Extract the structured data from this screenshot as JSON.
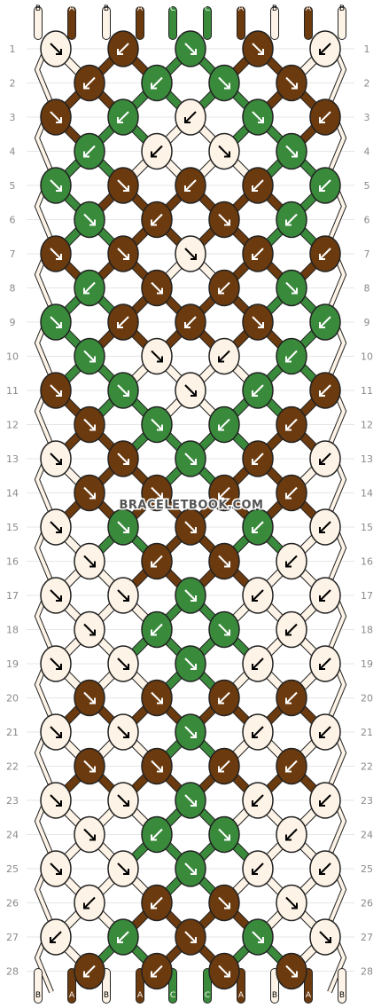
{
  "colors": {
    "A": "#6b3a0e",
    "B": "#fdf3e6",
    "C": "#3a8a3c"
  },
  "strings": [
    "B",
    "A",
    "B",
    "A",
    "C",
    "C",
    "A",
    "B",
    "A",
    "B"
  ],
  "watermark": "BRACELETBOOK.COM",
  "rows": [
    {
      "n": "1",
      "knots": [
        {
          "c": "B",
          "d": "r"
        },
        {
          "c": "A",
          "d": "l"
        },
        {
          "c": "C",
          "d": "r"
        },
        {
          "c": "A",
          "d": "r"
        },
        {
          "c": "B",
          "d": "l"
        }
      ]
    },
    {
      "n": "2",
      "knots": [
        {
          "c": "A",
          "d": "l"
        },
        {
          "c": "C",
          "d": "l"
        },
        {
          "c": "C",
          "d": "r"
        },
        {
          "c": "A",
          "d": "r"
        }
      ]
    },
    {
      "n": "3",
      "knots": [
        {
          "c": "A",
          "d": "r"
        },
        {
          "c": "C",
          "d": "l"
        },
        {
          "c": "B",
          "d": "l"
        },
        {
          "c": "C",
          "d": "r"
        },
        {
          "c": "A",
          "d": "l"
        }
      ]
    },
    {
      "n": "4",
      "knots": [
        {
          "c": "C",
          "d": "l"
        },
        {
          "c": "B",
          "d": "l"
        },
        {
          "c": "B",
          "d": "r"
        },
        {
          "c": "C",
          "d": "r"
        }
      ]
    },
    {
      "n": "5",
      "knots": [
        {
          "c": "C",
          "d": "r"
        },
        {
          "c": "A",
          "d": "r"
        },
        {
          "c": "A",
          "d": "l"
        },
        {
          "c": "A",
          "d": "l"
        },
        {
          "c": "C",
          "d": "l"
        }
      ]
    },
    {
      "n": "6",
      "knots": [
        {
          "c": "C",
          "d": "r"
        },
        {
          "c": "A",
          "d": "l"
        },
        {
          "c": "A",
          "d": "r"
        },
        {
          "c": "C",
          "d": "l"
        }
      ]
    },
    {
      "n": "7",
      "knots": [
        {
          "c": "A",
          "d": "r"
        },
        {
          "c": "A",
          "d": "r"
        },
        {
          "c": "B",
          "d": "r"
        },
        {
          "c": "A",
          "d": "l"
        },
        {
          "c": "A",
          "d": "l"
        }
      ]
    },
    {
      "n": "8",
      "knots": [
        {
          "c": "C",
          "d": "l"
        },
        {
          "c": "A",
          "d": "r"
        },
        {
          "c": "A",
          "d": "l"
        },
        {
          "c": "C",
          "d": "r"
        }
      ]
    },
    {
      "n": "9",
      "knots": [
        {
          "c": "C",
          "d": "r"
        },
        {
          "c": "A",
          "d": "l"
        },
        {
          "c": "A",
          "d": "l"
        },
        {
          "c": "A",
          "d": "r"
        },
        {
          "c": "C",
          "d": "l"
        }
      ]
    },
    {
      "n": "10",
      "knots": [
        {
          "c": "C",
          "d": "r"
        },
        {
          "c": "B",
          "d": "r"
        },
        {
          "c": "B",
          "d": "l"
        },
        {
          "c": "C",
          "d": "l"
        }
      ]
    },
    {
      "n": "11",
      "knots": [
        {
          "c": "A",
          "d": "r"
        },
        {
          "c": "C",
          "d": "r"
        },
        {
          "c": "B",
          "d": "r"
        },
        {
          "c": "C",
          "d": "l"
        },
        {
          "c": "A",
          "d": "l"
        }
      ]
    },
    {
      "n": "12",
      "knots": [
        {
          "c": "A",
          "d": "r"
        },
        {
          "c": "C",
          "d": "r"
        },
        {
          "c": "C",
          "d": "l"
        },
        {
          "c": "A",
          "d": "l"
        }
      ]
    },
    {
      "n": "13",
      "knots": [
        {
          "c": "B",
          "d": "r"
        },
        {
          "c": "A",
          "d": "r"
        },
        {
          "c": "C",
          "d": "r"
        },
        {
          "c": "A",
          "d": "l"
        },
        {
          "c": "B",
          "d": "l"
        }
      ]
    },
    {
      "n": "14",
      "knots": [
        {
          "c": "A",
          "d": "r"
        },
        {
          "c": "A",
          "d": "r"
        },
        {
          "c": "A",
          "d": "l"
        },
        {
          "c": "A",
          "d": "l"
        }
      ]
    },
    {
      "n": "15",
      "knots": [
        {
          "c": "B",
          "d": "r"
        },
        {
          "c": "C",
          "d": "r"
        },
        {
          "c": "A",
          "d": "r"
        },
        {
          "c": "C",
          "d": "l"
        },
        {
          "c": "B",
          "d": "l"
        }
      ]
    },
    {
      "n": "16",
      "knots": [
        {
          "c": "B",
          "d": "r"
        },
        {
          "c": "A",
          "d": "l"
        },
        {
          "c": "A",
          "d": "r"
        },
        {
          "c": "B",
          "d": "l"
        }
      ]
    },
    {
      "n": "17",
      "knots": [
        {
          "c": "B",
          "d": "r"
        },
        {
          "c": "B",
          "d": "r"
        },
        {
          "c": "C",
          "d": "r"
        },
        {
          "c": "B",
          "d": "l"
        },
        {
          "c": "B",
          "d": "l"
        }
      ]
    },
    {
      "n": "18",
      "knots": [
        {
          "c": "B",
          "d": "r"
        },
        {
          "c": "C",
          "d": "l"
        },
        {
          "c": "C",
          "d": "r"
        },
        {
          "c": "B",
          "d": "l"
        }
      ]
    },
    {
      "n": "19",
      "knots": [
        {
          "c": "B",
          "d": "r"
        },
        {
          "c": "B",
          "d": "r"
        },
        {
          "c": "C",
          "d": "r"
        },
        {
          "c": "B",
          "d": "l"
        },
        {
          "c": "B",
          "d": "l"
        }
      ]
    },
    {
      "n": "20",
      "knots": [
        {
          "c": "A",
          "d": "r"
        },
        {
          "c": "A",
          "d": "r"
        },
        {
          "c": "A",
          "d": "l"
        },
        {
          "c": "A",
          "d": "l"
        }
      ]
    },
    {
      "n": "21",
      "knots": [
        {
          "c": "B",
          "d": "r"
        },
        {
          "c": "B",
          "d": "r"
        },
        {
          "c": "C",
          "d": "r"
        },
        {
          "c": "B",
          "d": "l"
        },
        {
          "c": "B",
          "d": "l"
        }
      ]
    },
    {
      "n": "22",
      "knots": [
        {
          "c": "A",
          "d": "r"
        },
        {
          "c": "A",
          "d": "r"
        },
        {
          "c": "A",
          "d": "l"
        },
        {
          "c": "A",
          "d": "l"
        }
      ]
    },
    {
      "n": "23",
      "knots": [
        {
          "c": "B",
          "d": "r"
        },
        {
          "c": "B",
          "d": "r"
        },
        {
          "c": "C",
          "d": "r"
        },
        {
          "c": "B",
          "d": "l"
        },
        {
          "c": "B",
          "d": "l"
        }
      ]
    },
    {
      "n": "24",
      "knots": [
        {
          "c": "B",
          "d": "r"
        },
        {
          "c": "C",
          "d": "l"
        },
        {
          "c": "C",
          "d": "r"
        },
        {
          "c": "B",
          "d": "l"
        }
      ]
    },
    {
      "n": "25",
      "knots": [
        {
          "c": "B",
          "d": "r"
        },
        {
          "c": "B",
          "d": "r"
        },
        {
          "c": "C",
          "d": "r"
        },
        {
          "c": "B",
          "d": "l"
        },
        {
          "c": "B",
          "d": "l"
        }
      ]
    },
    {
      "n": "26",
      "knots": [
        {
          "c": "B",
          "d": "l"
        },
        {
          "c": "A",
          "d": "l"
        },
        {
          "c": "A",
          "d": "r"
        },
        {
          "c": "B",
          "d": "r"
        }
      ]
    },
    {
      "n": "27",
      "knots": [
        {
          "c": "B",
          "d": "l"
        },
        {
          "c": "C",
          "d": "l"
        },
        {
          "c": "A",
          "d": "r"
        },
        {
          "c": "C",
          "d": "r"
        },
        {
          "c": "B",
          "d": "r"
        }
      ]
    },
    {
      "n": "28",
      "knots": [
        {
          "c": "A",
          "d": "l"
        },
        {
          "c": "A",
          "d": "l"
        },
        {
          "c": "A",
          "d": "r"
        },
        {
          "c": "A",
          "d": "r"
        }
      ]
    }
  ]
}
